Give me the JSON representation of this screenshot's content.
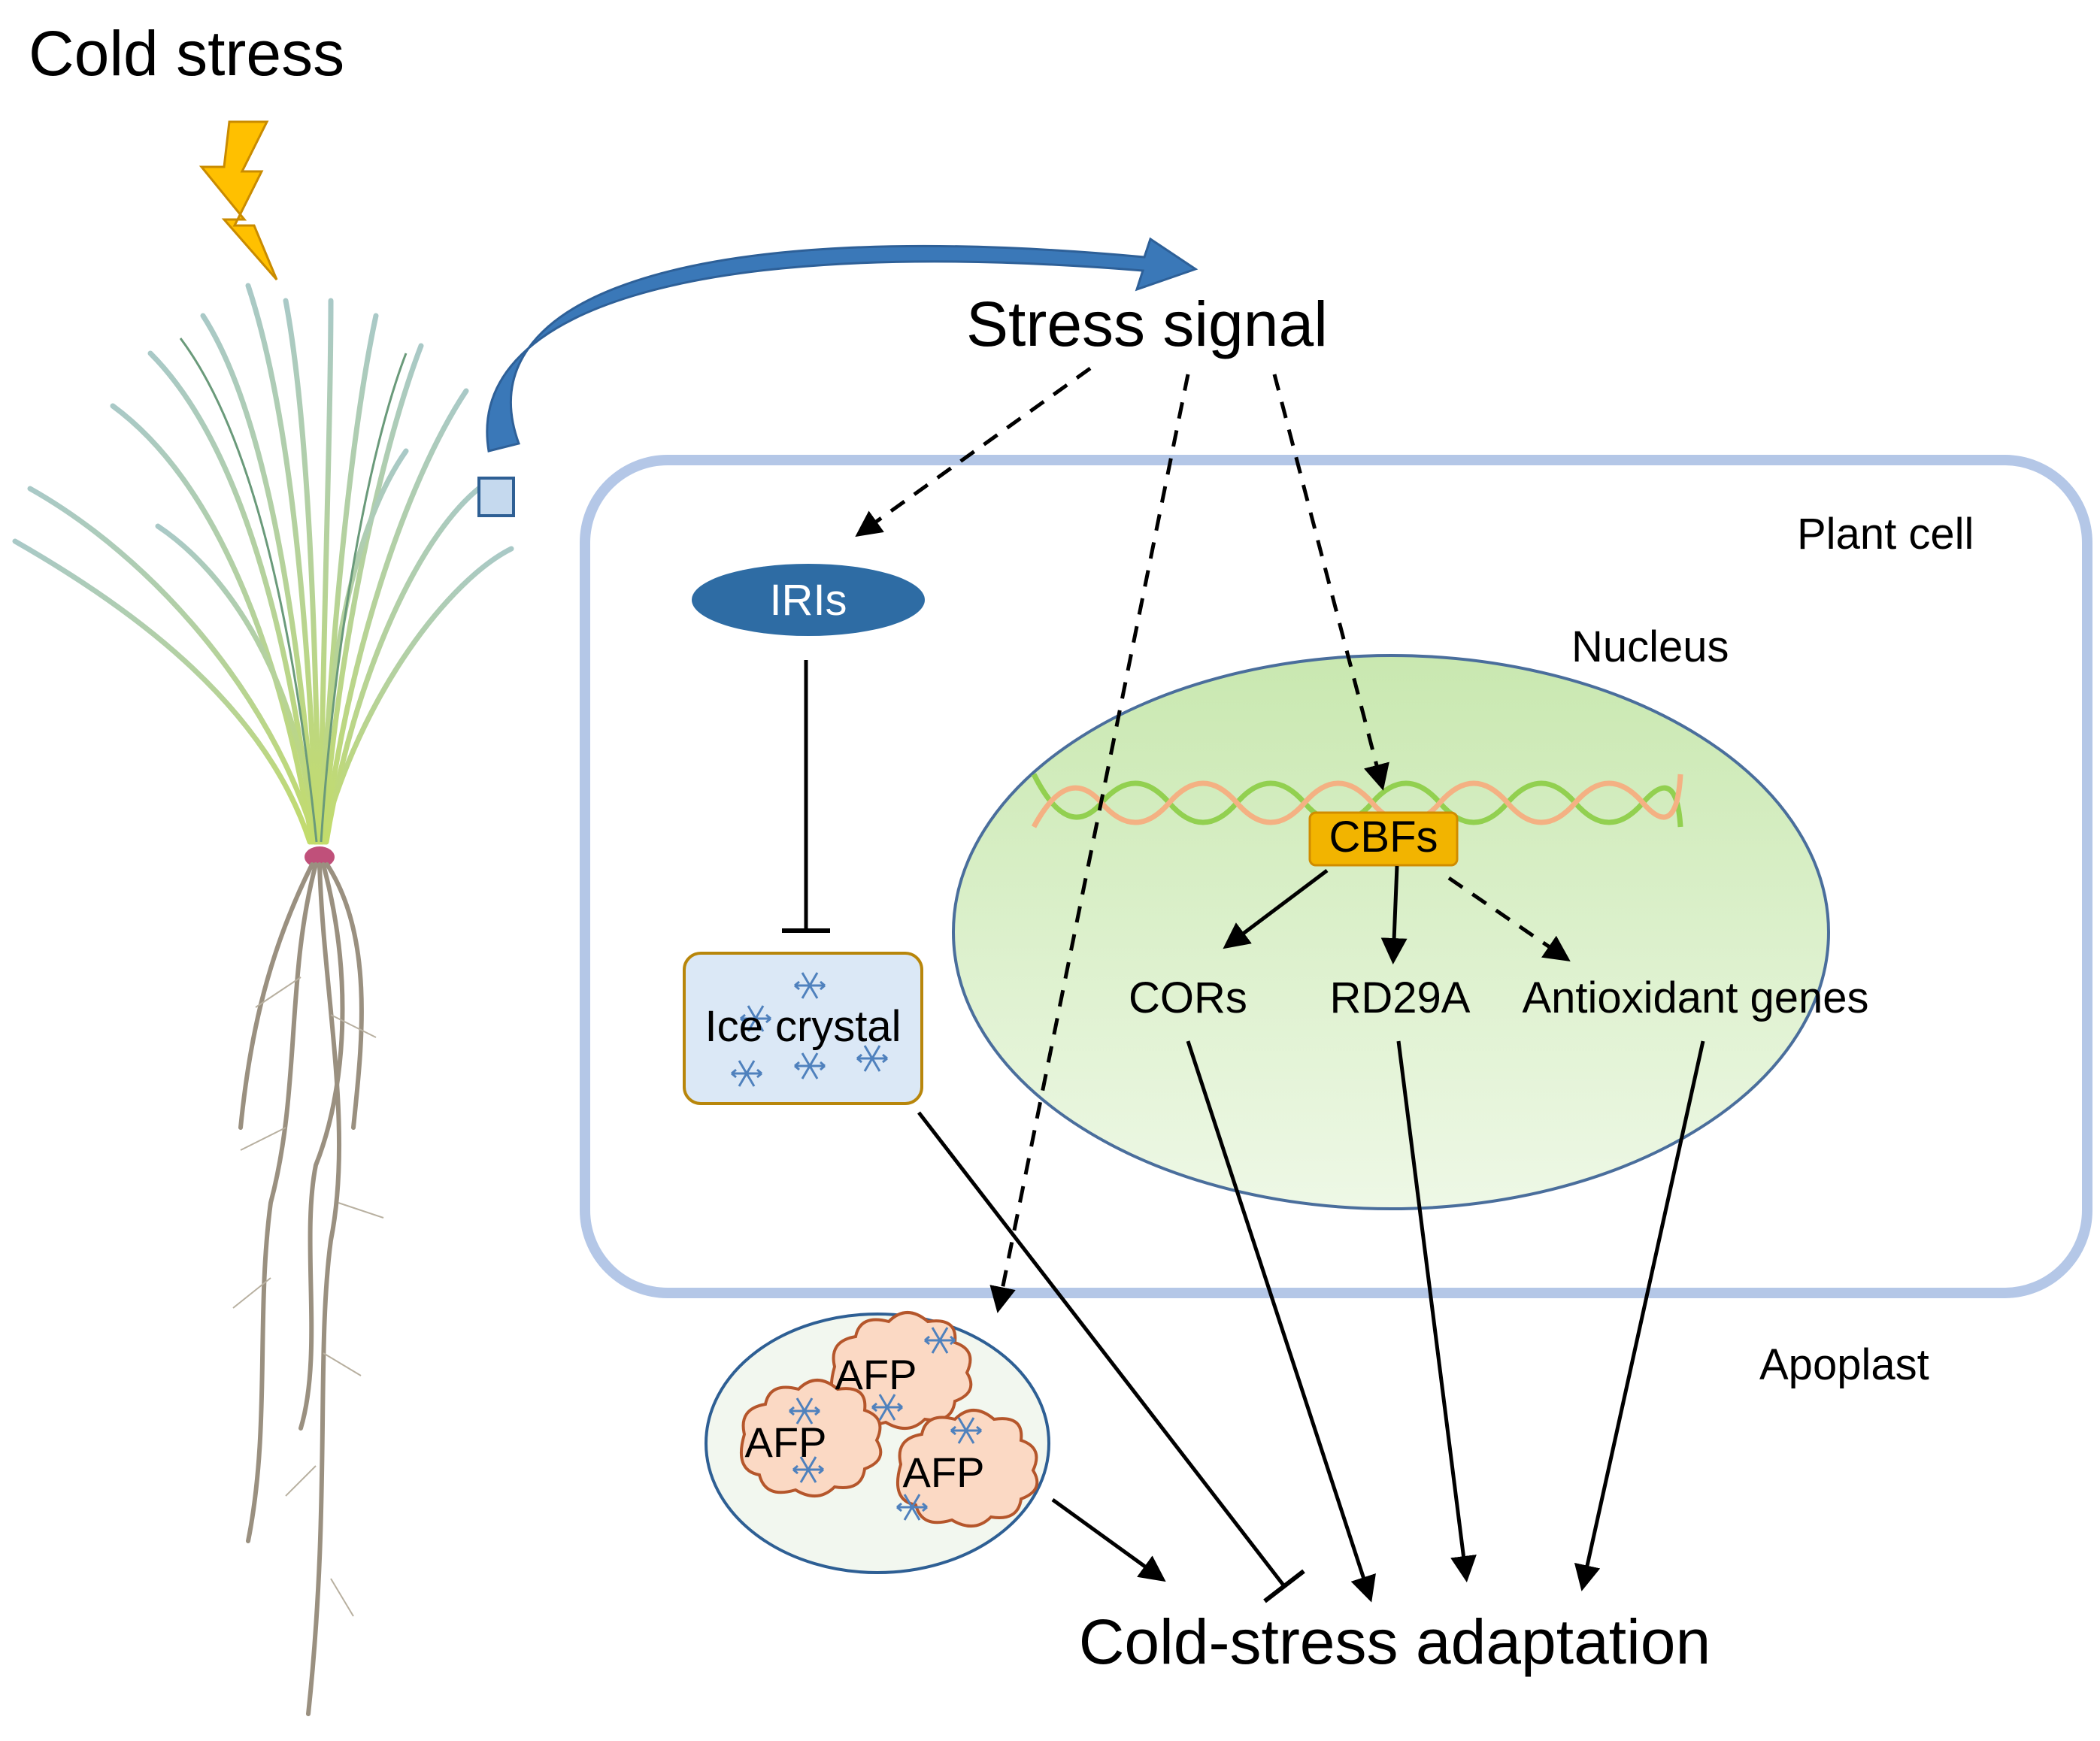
{
  "labels": {
    "cold_stress": "Cold stress",
    "stress_signal": "Stress signal",
    "plant_cell": "Plant cell",
    "nucleus": "Nucleus",
    "iris": "IRIs",
    "ice_crystal": "Ice crystal",
    "cbfs": "CBFs",
    "cors": "CORs",
    "rd29a": "RD29A",
    "antioxidant_genes": "Antioxidant genes",
    "apoplast": "Apoplast",
    "afp": "AFP",
    "adaptation": "Cold-stress adaptation"
  },
  "colors": {
    "cell_border": "#b4c7e7",
    "nucleus_fill": "#d8efc6",
    "nucleus_border": "#4a6e9c",
    "iris_fill": "#2e6ca4",
    "cbfs_fill": "#f2b400",
    "ice_box_fill": "#dbe8f6",
    "ice_box_border": "#b8860b",
    "afp_fill": "#fbd9c4",
    "afp_border": "#b5562b",
    "snowflake": "#4f81bd",
    "dna_green": "#92d050",
    "dna_orange": "#f4b183",
    "lightning": "#ffc000",
    "curve_arrow": "#3a78b8",
    "apoplast_fill": "#f2f7ef"
  },
  "icons": [
    "lightning-bolt-icon",
    "snowflake-icon",
    "dna-helix-icon",
    "plant-illustration"
  ]
}
